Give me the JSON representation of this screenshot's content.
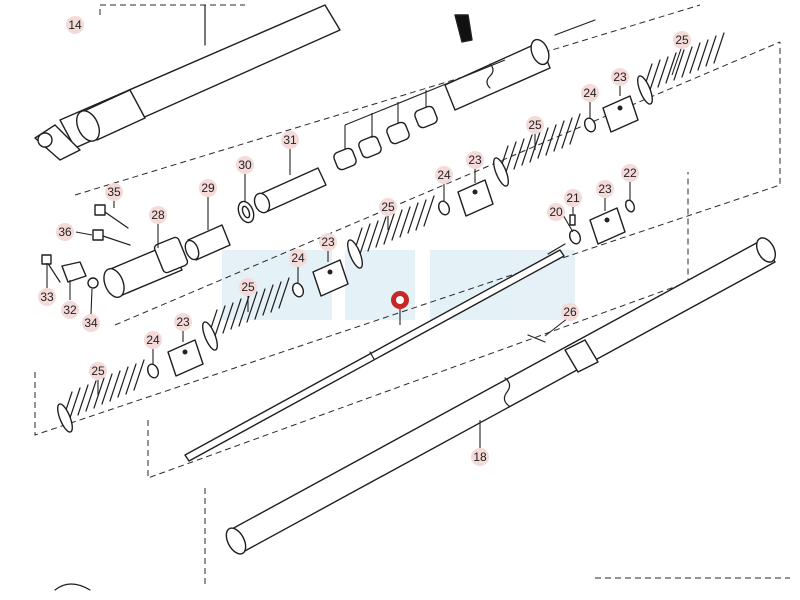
{
  "diagram": {
    "title": "",
    "watermark_color": "#cfe6f1",
    "callout_color": "#f4dad8",
    "highlight_color": "#c62828"
  },
  "callouts": [
    {
      "id": "14",
      "label": "14"
    },
    {
      "id": "25a",
      "label": "25"
    },
    {
      "id": "23a",
      "label": "23"
    },
    {
      "id": "24a",
      "label": "24"
    },
    {
      "id": "31",
      "label": "31"
    },
    {
      "id": "30",
      "label": "30"
    },
    {
      "id": "29",
      "label": "29"
    },
    {
      "id": "25b",
      "label": "25"
    },
    {
      "id": "23b",
      "label": "23"
    },
    {
      "id": "24b",
      "label": "24"
    },
    {
      "id": "22",
      "label": "22"
    },
    {
      "id": "21",
      "label": "21"
    },
    {
      "id": "20",
      "label": "20"
    },
    {
      "id": "23c",
      "label": "23"
    },
    {
      "id": "35",
      "label": "35"
    },
    {
      "id": "28",
      "label": "28"
    },
    {
      "id": "36",
      "label": "36"
    },
    {
      "id": "25c",
      "label": "25"
    },
    {
      "id": "23d",
      "label": "23"
    },
    {
      "id": "24c",
      "label": "24"
    },
    {
      "id": "33",
      "label": "33"
    },
    {
      "id": "32",
      "label": "32"
    },
    {
      "id": "34",
      "label": "34"
    },
    {
      "id": "25d",
      "label": "25"
    },
    {
      "id": "23e",
      "label": "23"
    },
    {
      "id": "24d",
      "label": "24"
    },
    {
      "id": "26",
      "label": "26"
    },
    {
      "id": "25e",
      "label": "25"
    },
    {
      "id": "18",
      "label": "18"
    },
    {
      "id": "highlight",
      "label": "",
      "highlighted": true
    }
  ]
}
